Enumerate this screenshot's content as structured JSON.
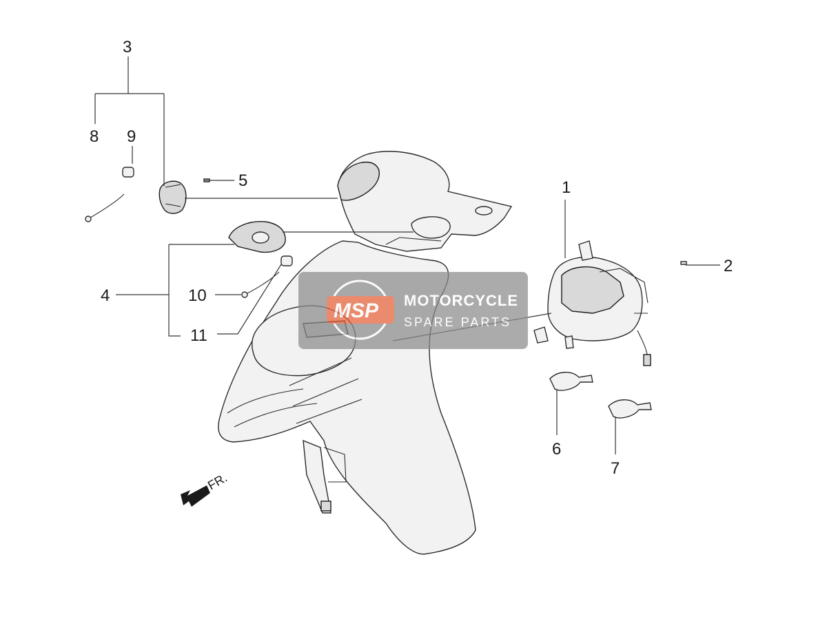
{
  "callouts": {
    "c1": "1",
    "c2": "2",
    "c3": "3",
    "c4": "4",
    "c5": "5",
    "c6": "6",
    "c7": "7",
    "c8": "8",
    "c9": "9",
    "c10": "10",
    "c11": "11"
  },
  "direction_label": "FR.",
  "watermark": {
    "logo": "MSP",
    "brand": "MOTORCYCLE",
    "sub": "SPARE PARTS"
  },
  "colors": {
    "watermark_bg": "#8c8c8c",
    "watermark_logo": "#e8643c"
  }
}
